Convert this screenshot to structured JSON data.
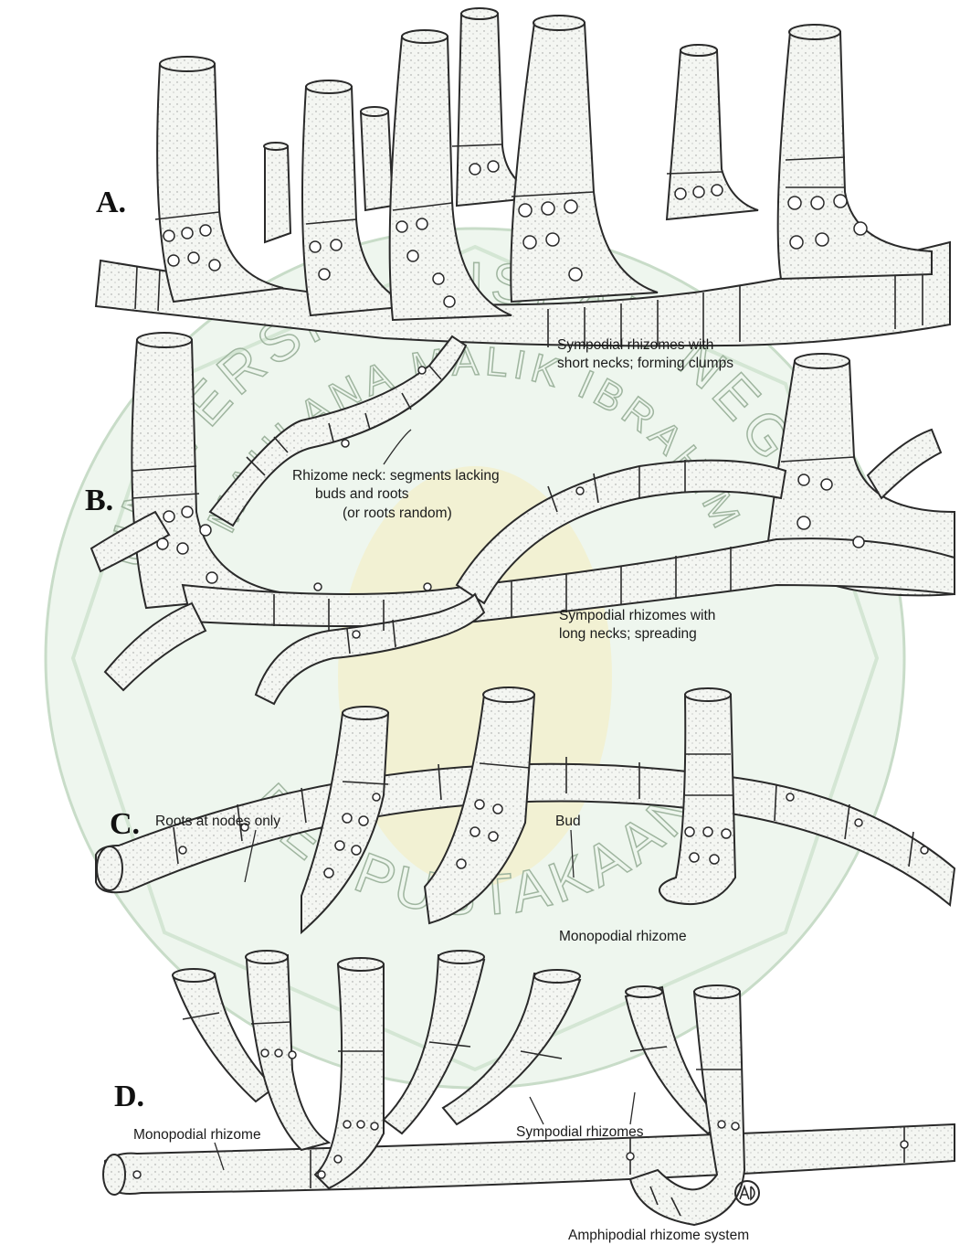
{
  "panels": [
    {
      "letter": "A.",
      "caption": [
        "Sympodial rhizomes with",
        "short necks; forming clumps"
      ]
    },
    {
      "letter": "B.",
      "caption": [
        "Sympodial rhizomes with",
        "long necks; spreading"
      ],
      "label_neck": [
        "Rhizome neck: segments lacking",
        "buds and roots",
        "(or roots random)"
      ]
    },
    {
      "letter": "C.",
      "label_roots": "Roots at nodes only",
      "label_bud": "Bud",
      "caption": "Monopodial rhizome"
    },
    {
      "letter": "D.",
      "label_mono": "Monopodial rhizome",
      "label_symp": "Sympodial rhizomes",
      "caption": "Amphipodial rhizome system"
    }
  ],
  "watermark": {
    "arc_top": "UNIVERSITAS ISLAM NEGERI",
    "arc_inner": "MAULANA MALIK IBRAHIM",
    "arc_bottom": "PERPUSTAKAAN",
    "colors": {
      "seal_green": "#e6f2e6",
      "seal_yellow": "#f3f0c8",
      "line": "#2a2a2a"
    }
  }
}
